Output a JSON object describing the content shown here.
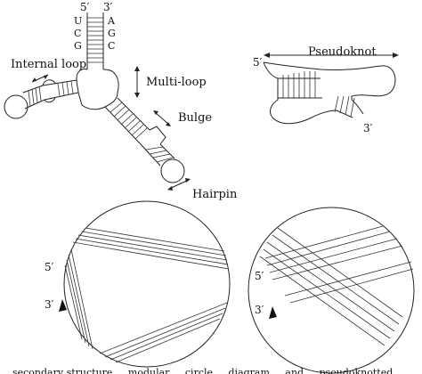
{
  "labels": {
    "five_prime": "5′",
    "three_prime": "3′",
    "internal_loop": "Internal loop",
    "multi_loop": "Multi-loop",
    "bulge": "Bulge",
    "hairpin": "Hairpin",
    "pseudoknot": "Pseudoknot"
  },
  "bases": {
    "left_strand": [
      "U",
      "C",
      "G"
    ],
    "right_strand": [
      "A",
      "G",
      "C"
    ]
  },
  "caption_fragment": "... secondary structure ... modular ... circle ... diagram ... and ... pseudoknotted ..."
}
